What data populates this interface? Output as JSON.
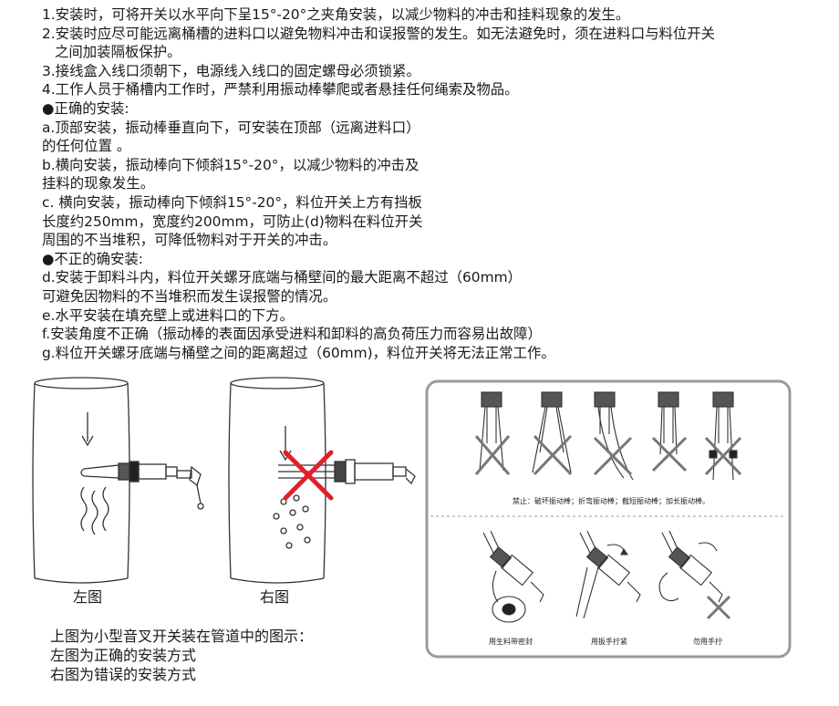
{
  "instructions": [
    "1.安装时，可将开关以水平向下呈15°-20°之夹角安装，以减少物料的冲击和挂料现象的发生。",
    "2.安装时应尽可能远离桶槽的进料口以避免物料冲击和误报警的发生。如无法避免时，须在进料口与料位开关",
    "之间加装隔板保护。",
    "3.接线盒入线口须朝下，电源线入线口的固定螺母必须锁紧。",
    "4.工作人员于桶槽内工作时，严禁利用振动棒攀爬或者悬挂任何绳索及物品。",
    "●正确的安装:",
    "a.顶部安装，振动棒垂直向下，可安装在顶部（远离进料口）",
    "的任何位置 。",
    "b.横向安装，振动棒向下倾斜15°-20°，以减少物料的冲击及",
    "挂料的现象发生。",
    "c. 横向安装，振动棒向下倾斜15°-20°，料位开关上方有挡板",
    "长度约250mm，宽度约200mm，可防止(d)物料在料位开关",
    "周围的不当堆积，可降低物料对于开关的冲击。",
    "●不正的确安装:",
    "d.安装于卸料斗内，料位开关螺牙底端与桶壁间的最大距离不超过（60mm）",
    "可避免因物料的不当堆积而发生误报警的情况。",
    "e.水平安装在填充壁上或进料口的下方。",
    "f.安装角度不正确（振动棒的表面因承受进料和卸料的高负荷压力而容易出故障）",
    "g.料位开关螺牙底端与桶壁之间的距离超过（60mm)，料位开关将无法正常工作。"
  ],
  "figures": {
    "left_caption": "左图",
    "right_caption": "右图",
    "panel_top_caption": "禁止：破坏振动棒；折弯振动棒；截短振动棒；加长振动棒。",
    "panel_bottom_captions": [
      "用生料带密封",
      "用扳手拧紧",
      "勿用手拧"
    ]
  },
  "footer": [
    "上图为小型音叉开关装在管道中的图示：",
    "左图为正确的安装方式",
    "右图为错误的安装方式"
  ],
  "colors": {
    "cross_red": "#e0202a",
    "panel_border": "#9a9a9a",
    "line": "#333333"
  }
}
